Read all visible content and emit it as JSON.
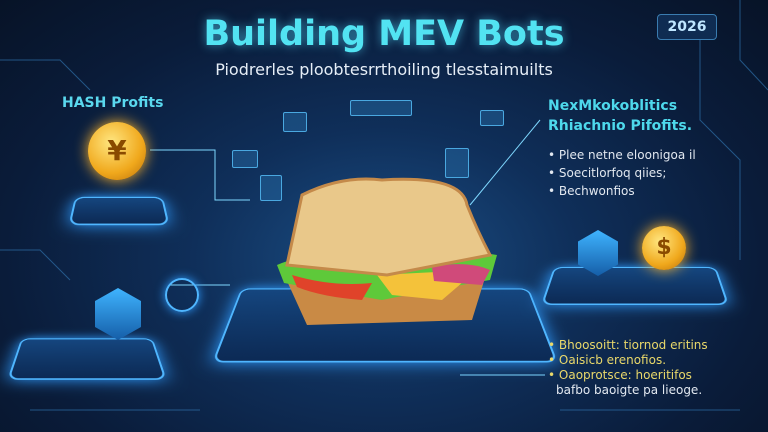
{
  "header": {
    "title": "Building MEV Bots",
    "subtitle": "Piodrerles ploobtesrrthoiling tlesstaimuilts",
    "year_badge": "2026"
  },
  "left": {
    "label": "HASH Profits",
    "coin_symbol": "¥"
  },
  "right_top": {
    "heading_line1": "NexMkokoblitics",
    "heading_line2": "Rhiachnio Pifofits.",
    "bullets": [
      "Plee netne eloonigoa il",
      "Soecitlorfoq qiies;",
      "Bechwonfios"
    ]
  },
  "right_bottom": {
    "bullets": [
      "Bhoosoitt: tiornod eritins",
      "Oaisicb erenofios.",
      "Oaoprotsce: hoeritifos"
    ],
    "tail": "bafbo baoigte pa lieoge.",
    "coin_symbol": "$"
  },
  "colors": {
    "accent": "#52e3f2",
    "gold": "#f0a81c",
    "background": "#0a1c3a"
  }
}
